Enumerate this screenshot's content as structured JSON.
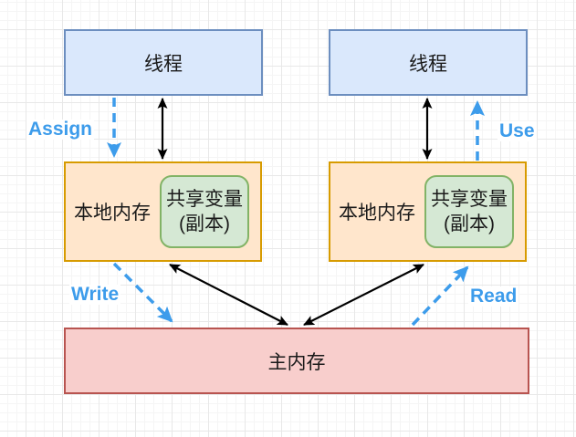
{
  "nodes": {
    "thread_left": {
      "label": "线程"
    },
    "thread_right": {
      "label": "线程"
    },
    "local_memory_left": {
      "label": "本地内存"
    },
    "local_memory_right": {
      "label": "本地内存"
    },
    "shared_variable_left": {
      "line1": "共享变量",
      "line2": "(副本)"
    },
    "shared_variable_right": {
      "line1": "共享变量",
      "line2": "(副本)"
    },
    "main_memory": {
      "label": "主内存"
    }
  },
  "edges": {
    "assign": {
      "label": "Assign",
      "style": "dashed-blue",
      "from": "thread_left",
      "to": "local_memory_left"
    },
    "use": {
      "label": "Use",
      "style": "dashed-blue",
      "from": "local_memory_right",
      "to": "thread_right"
    },
    "write": {
      "label": "Write",
      "style": "dashed-blue",
      "from": "local_memory_left",
      "to": "main_memory"
    },
    "read": {
      "label": "Read",
      "style": "dashed-blue",
      "from": "main_memory",
      "to": "local_memory_right"
    },
    "thread_local_left": {
      "label": "",
      "style": "solid-black-double",
      "from": "thread_left",
      "to": "local_memory_left"
    },
    "thread_local_right": {
      "label": "",
      "style": "solid-black-double",
      "from": "thread_right",
      "to": "local_memory_right"
    },
    "local_main_left": {
      "label": "",
      "style": "solid-black-double",
      "from": "local_memory_left",
      "to": "main_memory"
    },
    "local_main_right": {
      "label": "",
      "style": "solid-black-double",
      "from": "local_memory_right",
      "to": "main_memory"
    }
  },
  "colors": {
    "thread_fill": "#dae8fc",
    "thread_stroke": "#6c8ebf",
    "local_fill": "#ffe6cc",
    "local_stroke": "#d79b00",
    "shared_fill": "#d5e8d4",
    "shared_stroke": "#82b366",
    "main_fill": "#f8cecc",
    "main_stroke": "#b85450",
    "blue_arrow": "#3d9ceb",
    "black_arrow": "#000000"
  }
}
